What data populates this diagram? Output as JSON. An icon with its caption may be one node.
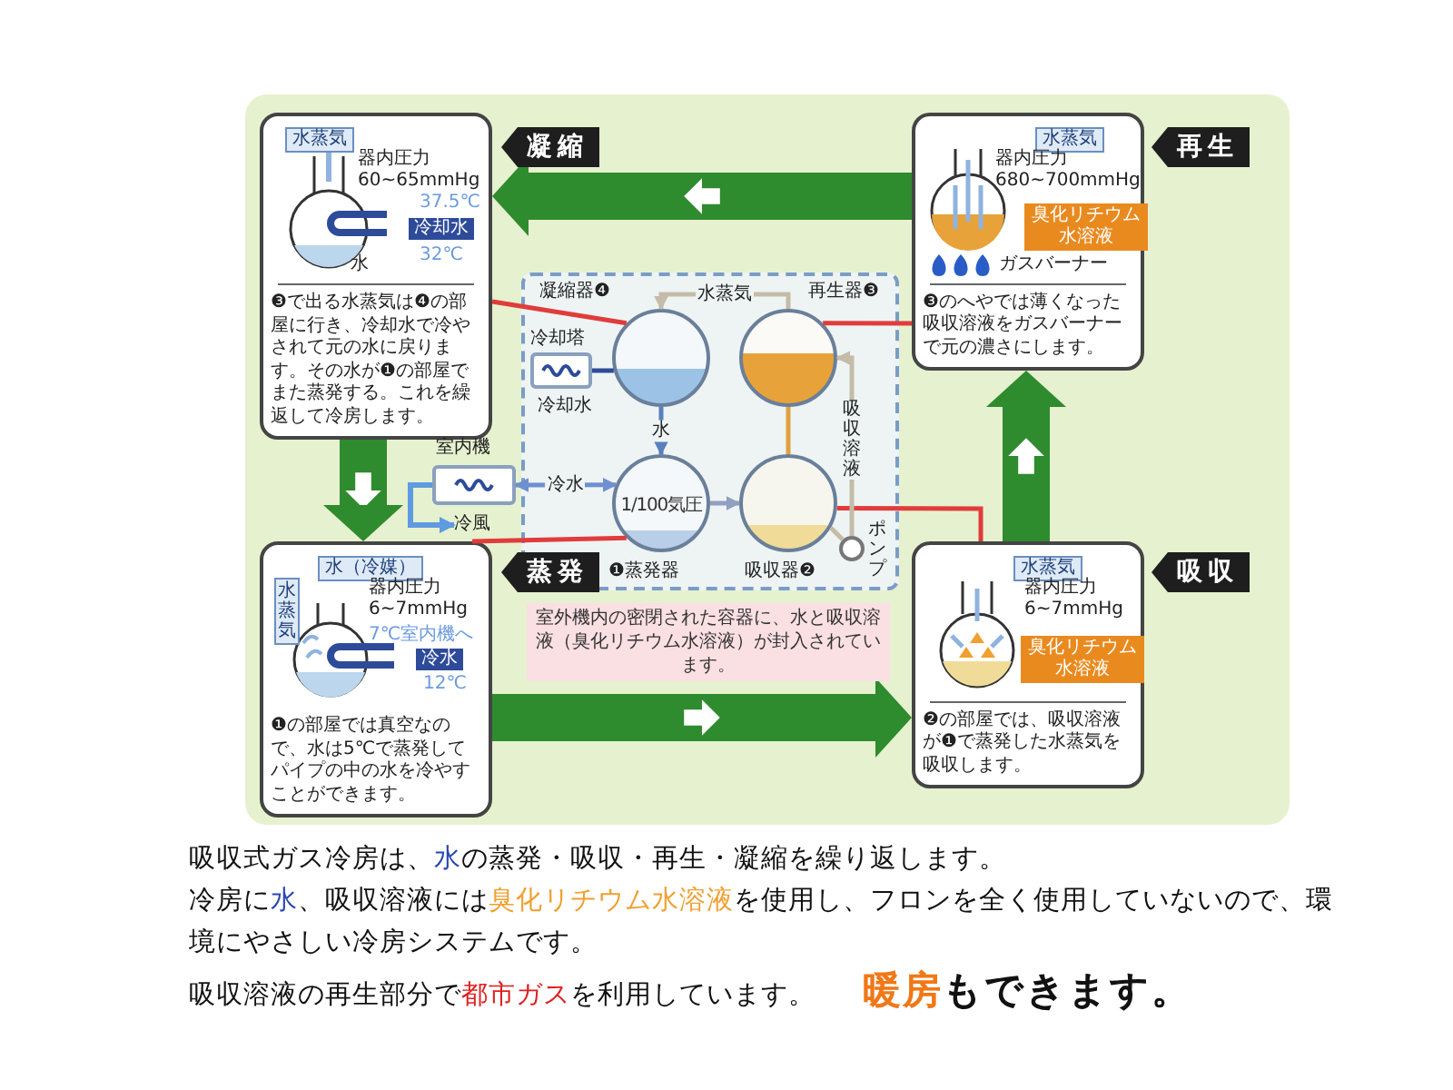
{
  "diagram": {
    "nodes": [
      {
        "text": [
          "水蒸気",
          "器内圧力 60~65mmHg",
          "37.5℃",
          "冷却水",
          "32℃",
          "水",
          "❸で出る水蒸気は❹の部屋に行き、冷却水で冷やされて元の水に戻ります。その水が❶の部屋でまた蒸発する。これを繰返して冷房します。"
        ],
        "beside": [
          "凝縮"
        ]
      },
      {
        "text": [
          "水蒸気",
          "器内圧力 680~700mmHg",
          "臭化リチウム水溶液",
          "ガスバーナー",
          "❸のへやでは薄くなった吸収溶液をガスバーナーで元の濃さにします。"
        ],
        "beside": [
          "再生"
        ]
      },
      {
        "text": [],
        "shape": "box"
      },
      {
        "text": [],
        "shape": "circle",
        "in": 2,
        "beside": [
          "凝縮器❹"
        ]
      },
      {
        "text": [],
        "shape": "circle",
        "in": 2,
        "beside": [
          "再生器❸"
        ]
      },
      {
        "text": [],
        "shape": "box",
        "in": 2,
        "beside": [
          "冷却塔"
        ]
      },
      {
        "text": [
          "1/100気圧"
        ],
        "in": 2,
        "beside": [
          "❶蒸発器"
        ]
      },
      {
        "text": [],
        "shape": "circle",
        "in": 2,
        "beside": [
          "吸収器❷"
        ]
      },
      {
        "text": [],
        "shape": "circle",
        "in": 2,
        "beside": [
          "ポンプ"
        ]
      },
      {
        "text": [],
        "shape": "box",
        "beside": [
          "室内機"
        ]
      },
      {
        "text": [
          "水（冷媒）",
          "水蒸気",
          "器内圧力 6~7mmHg",
          "7℃室内機へ",
          "冷水",
          "12℃",
          "❶の部屋では真空なので、水は5℃で蒸発してパイプの中の水を冷やすことができます。"
        ],
        "beside": [
          "蒸発"
        ]
      },
      {
        "text": [
          "水蒸気",
          "器内圧力 6~7mmHg",
          "臭化リチウム水溶液",
          "❷の部屋では、吸収溶液が❶で蒸発した水蒸気を吸収します。"
        ],
        "beside": [
          "吸収"
        ]
      },
      {
        "text": [
          "冷風"
        ]
      }
    ],
    "edges": [
      {
        "from": 1,
        "to": 0,
        "arrow": "to",
        "style": "thick",
        "color": "#2e8b2e"
      },
      {
        "from": 0,
        "to": 10,
        "arrow": "to",
        "style": "thick",
        "color": "#2e8b2e"
      },
      {
        "from": 10,
        "to": 11,
        "arrow": "to",
        "style": "thick",
        "color": "#2e8b2e"
      },
      {
        "from": 11,
        "to": 1,
        "arrow": "to",
        "style": "thick",
        "color": "#2e8b2e"
      },
      {
        "from": 0,
        "to": 3,
        "arrow": "none",
        "color": "#e03c3c"
      },
      {
        "from": 1,
        "to": 4,
        "arrow": "none",
        "color": "#e03c3c"
      },
      {
        "from": 10,
        "to": 6,
        "arrow": "none",
        "color": "#e03c3c"
      },
      {
        "from": 11,
        "to": 7,
        "arrow": "none",
        "color": "#e03c3c"
      },
      {
        "from": 4,
        "to": 3,
        "arrow": "to",
        "label": "水蒸気",
        "color": "#c4bca8"
      },
      {
        "from": 3,
        "to": 6,
        "arrow": "to",
        "label": "水",
        "color": "#5a7fc0"
      },
      {
        "from": 6,
        "to": 7,
        "arrow": "to",
        "color": "#8fa0c0"
      },
      {
        "from": 7,
        "to": 8,
        "arrow": "none",
        "color": "#c4bca8"
      },
      {
        "from": 8,
        "to": 4,
        "arrow": "to",
        "label": "吸収溶液",
        "color": "#c4bca8"
      },
      {
        "from": 4,
        "to": 7,
        "arrow": "none",
        "color": "#e0a040"
      },
      {
        "from": 5,
        "to": 3,
        "arrow": "none",
        "color": "#2e4b9a"
      },
      {
        "from": 9,
        "to": 6,
        "arrow": "both",
        "label": "冷水",
        "color": "#6f8fd0"
      },
      {
        "from": 9,
        "to": 12,
        "arrow": "to",
        "color": "#5f9be0"
      }
    ],
    "labels": [
      "冷却水",
      "室外機内の密閉された容器に、水と吸収溶液（臭化リチウム水溶液）が封入されています。",
      "吸収式ガス冷房は、**水**の蒸発・吸収・再生・凝縮を繰り返します。",
      "冷房に**水**、吸収溶液には**臭化リチウム水溶液**を使用し、フロンを全く使用していないので、環境にやさしい冷房システムです。",
      "吸収溶液の再生部分で**都市ガス**を利用しています。",
      "**暖房**もできます。"
    ]
  }
}
